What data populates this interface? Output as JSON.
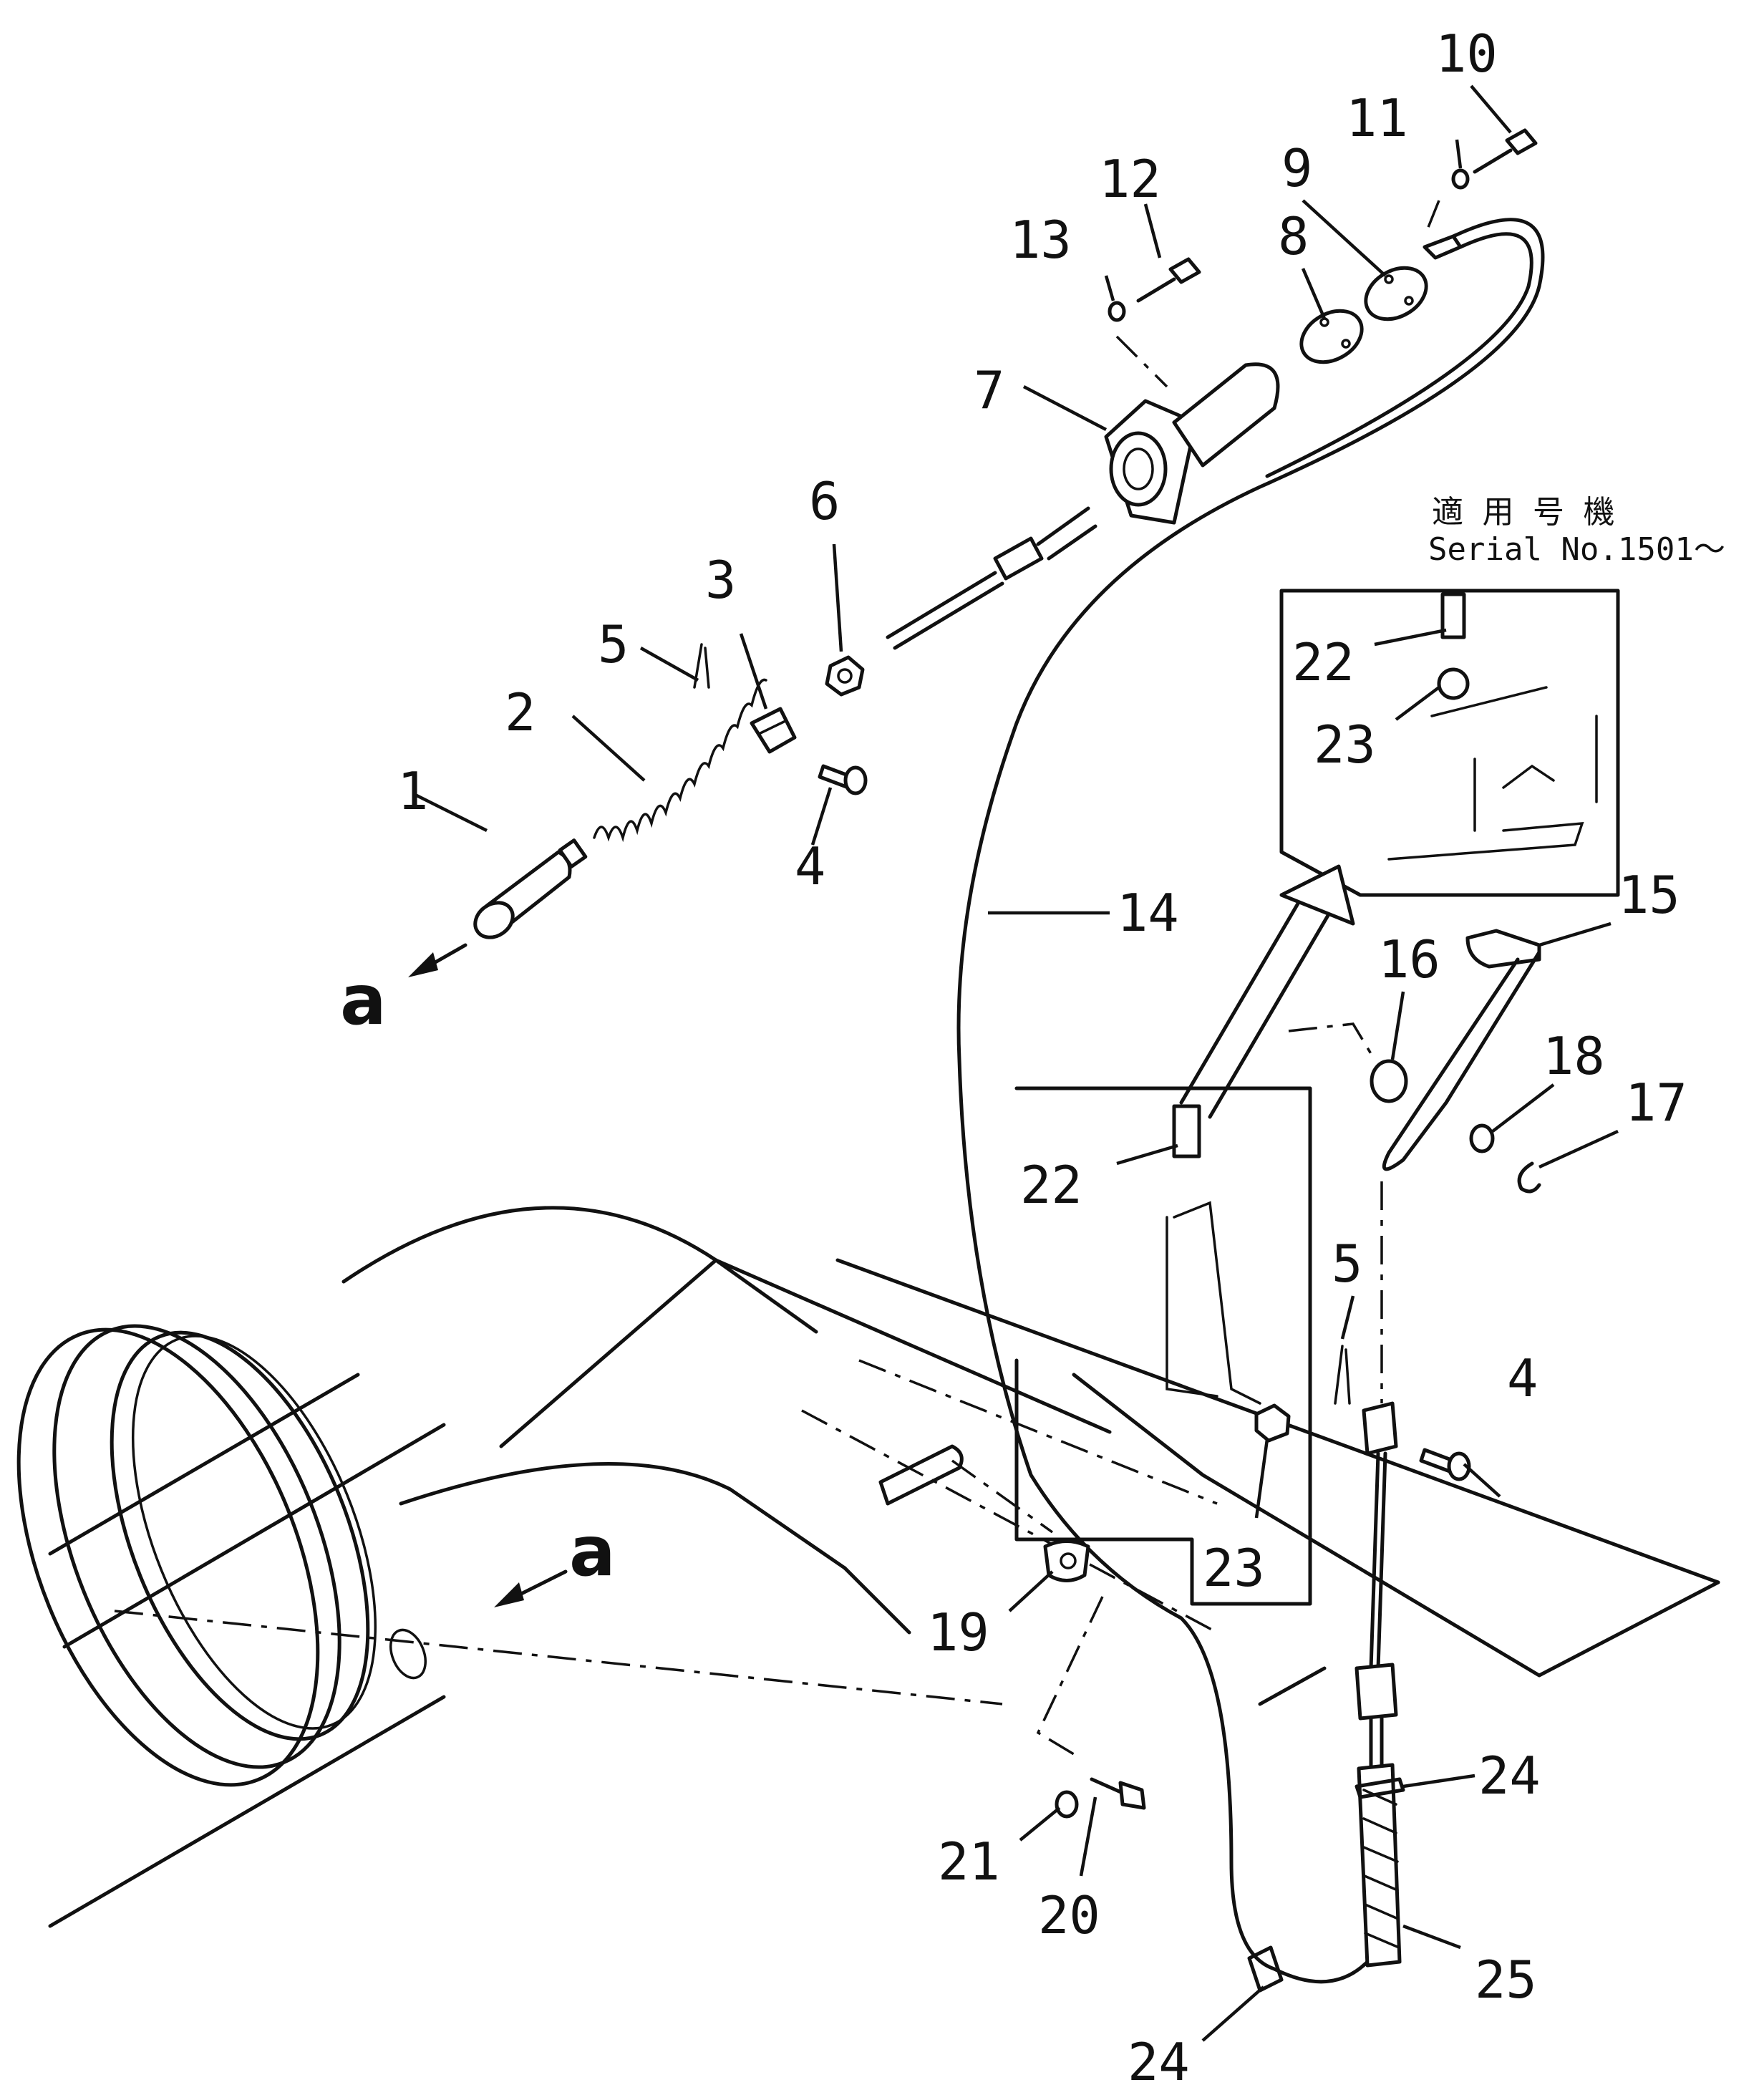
{
  "diagram": {
    "note": {
      "line1": "適 用 号 機",
      "line2": "Serial No.1501～"
    },
    "view_marker": "a",
    "callouts": {
      "c1": "1",
      "c2": "2",
      "c3": "3",
      "c4": "4",
      "c5": "5",
      "c6": "6",
      "c7": "7",
      "c8": "8",
      "c9": "9",
      "c10": "10",
      "c11": "11",
      "c12": "12",
      "c13": "13",
      "c14": "14",
      "c15": "15",
      "c16": "16",
      "c17": "17",
      "c18": "18",
      "c19": "19",
      "c20": "20",
      "c21": "21",
      "c22a": "22",
      "c22b": "22",
      "c23a": "23",
      "c23b": "23",
      "c24a": "24",
      "c24b": "24",
      "c25": "25",
      "c4b": "4",
      "c5b": "5"
    }
  }
}
